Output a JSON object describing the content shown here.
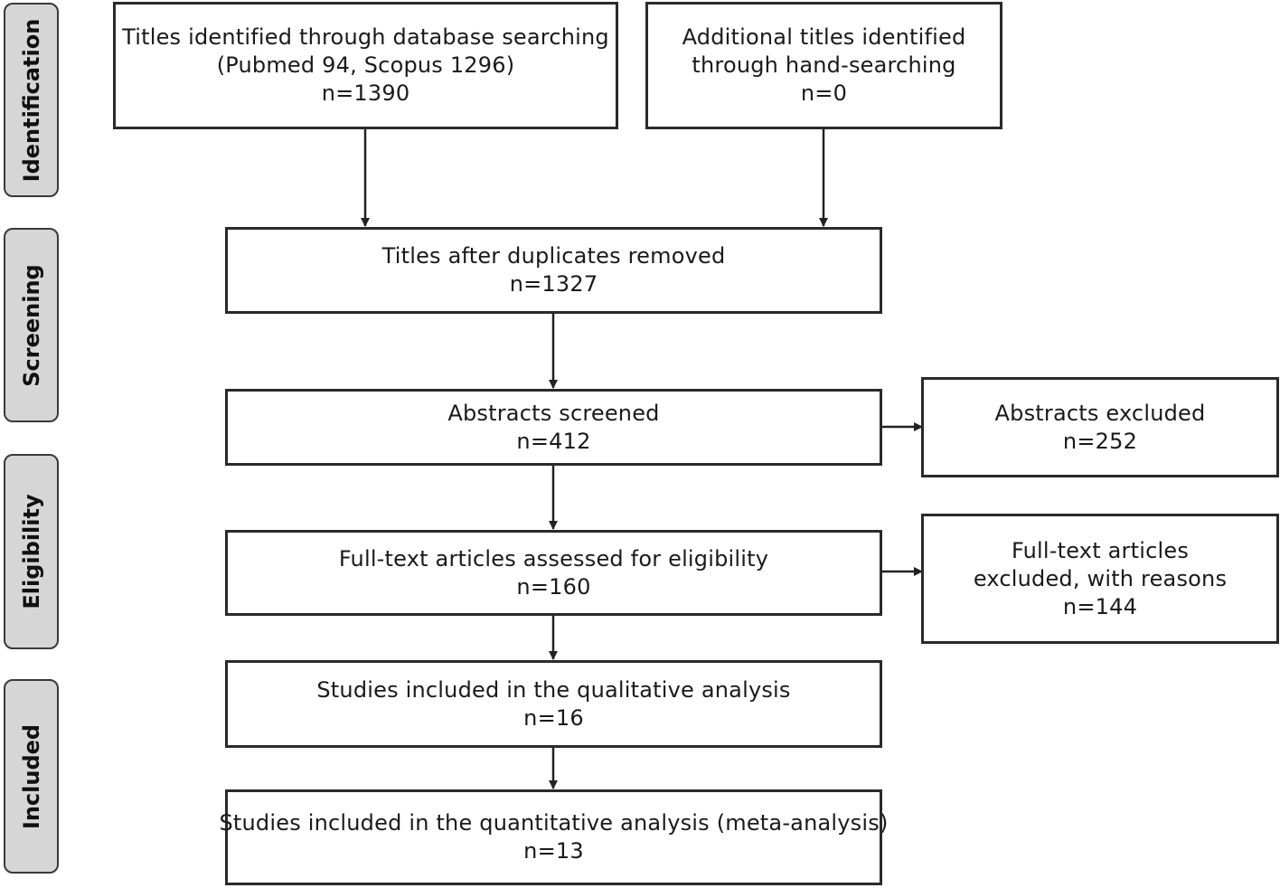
{
  "phases": [
    {
      "label": "Identification"
    },
    {
      "label": "Screening"
    },
    {
      "label": "Eligibility"
    },
    {
      "label": "Included"
    }
  ],
  "boxes": {
    "database": {
      "line1": "Titles identified through database searching",
      "line2": "(Pubmed 94, Scopus 1296)",
      "count": "n=1390"
    },
    "hand": {
      "line1": "Additional titles identified",
      "line2": "through hand-searching",
      "count": "n=0"
    },
    "duplicates": {
      "line1": "Titles after duplicates removed",
      "count": "n=1327"
    },
    "abstracts_screened": {
      "line1": "Abstracts screened",
      "count": "n=412"
    },
    "abstracts_excluded": {
      "line1": "Abstracts excluded",
      "count": "n=252"
    },
    "fulltext_assessed": {
      "line1": "Full-text articles assessed for eligibility",
      "count": "n=160"
    },
    "fulltext_excluded": {
      "line1": "Full-text articles",
      "line2": "excluded, with reasons",
      "count": "n=144"
    },
    "qualitative": {
      "line1": "Studies included in the qualitative analysis",
      "count": "n=16"
    },
    "quantitative": {
      "line1": "Studies included in the quantitative analysis (meta-analysis)",
      "count": "n=13"
    }
  }
}
